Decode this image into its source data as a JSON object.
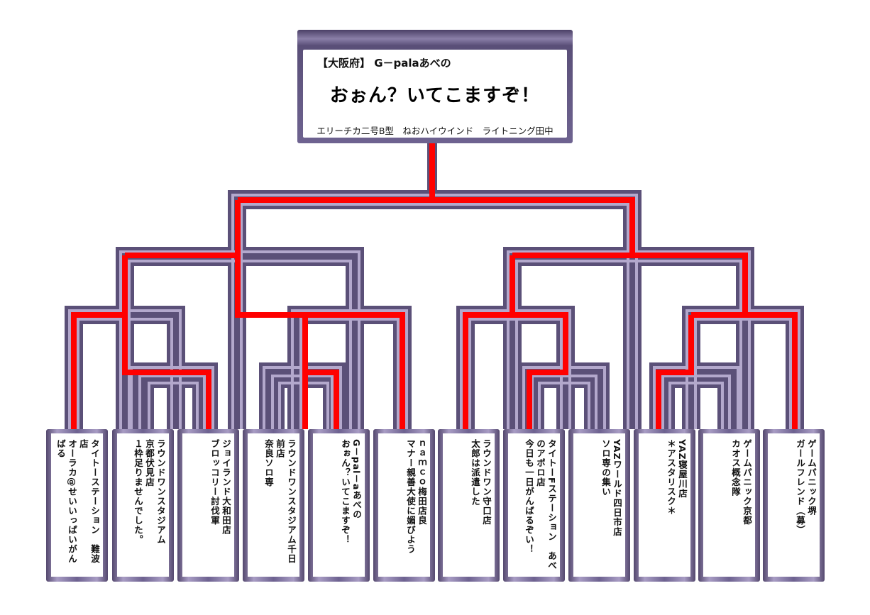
{
  "champion": {
    "header": "【大阪府】 G－palaあべの",
    "team_name": "おぉん？いてこますぞ！",
    "members": "エリーチカ二号B型　ねおハイウインド　ライトニング田中"
  },
  "colors": {
    "frame": "#6e6390",
    "frame_light": "#a89cc4",
    "win_path": "#ff0000"
  },
  "teams": [
    {
      "line1": "タイトーステーション　難波店",
      "line2": "オーラカ@せいいっぱいがんばる"
    },
    {
      "line1": "ラウンドワンスタジアム　　京都伏見店",
      "line2": "１枠足りませんでした。"
    },
    {
      "line1": "ジョイランド大和田店",
      "line2": "ブロッコリー討伐軍"
    },
    {
      "line1": "ラウンドワンスタジアム千日前店",
      "line2": "奈良ソロ専"
    },
    {
      "line1": "G－pal－aあべの",
      "line2": "おぉん？いてこますぞ！"
    },
    {
      "line1": "ｎａｍｃｏ梅田店良",
      "line2": "マナー親善大使に媚びよう"
    },
    {
      "line1": "ラウンドワン守口店",
      "line2": "太郎は派遣した"
    },
    {
      "line1": "タイトーFステーション　あべのアポロ店",
      "line2": "今日も一日がんばるぞい！"
    },
    {
      "line1": "YAZワールド四日市店",
      "line2": "ソロ専の集い"
    },
    {
      "line1": "YAZ寝屋川店",
      "line2": "＊アスタリスク＊"
    },
    {
      "line1": "ゲームパニック京都",
      "line2": "カオス概念隊"
    },
    {
      "line1": "ゲームパニック堺",
      "line2": "ガールフレンド（募）"
    }
  ]
}
